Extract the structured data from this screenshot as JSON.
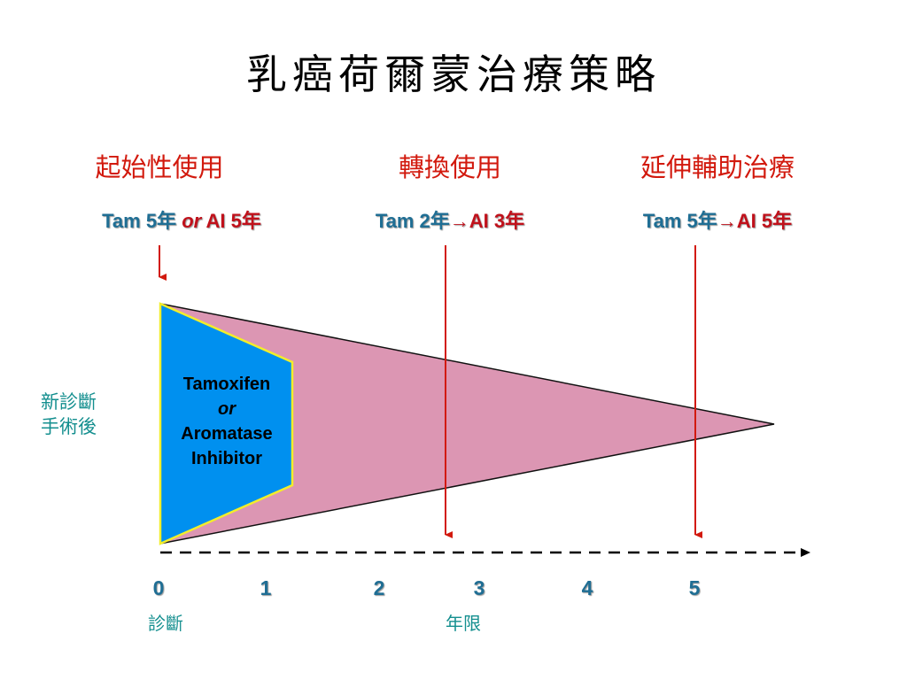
{
  "title": "乳癌荷爾蒙治療策略",
  "strategies": [
    {
      "name": "起始性使用",
      "tam": "Tam 5年 ",
      "or": "or",
      "ai": " AI 5年"
    },
    {
      "name": "轉換使用",
      "tam": "Tam 2年",
      "ai": "→AI 3年"
    },
    {
      "name": "延伸輔助治療",
      "tam": "Tam 5年",
      "ai": "→AI 5年"
    }
  ],
  "side_label": {
    "line1": "新診斷",
    "line2": "手術後"
  },
  "drug_box": {
    "line1": "Tamoxifen",
    "line2": "or",
    "line3": "Aromatase",
    "line4": "Inhibitor"
  },
  "axis": {
    "ticks": [
      "0",
      "1",
      "2",
      "3",
      "4",
      "5"
    ],
    "start_label": "診斷",
    "end_label": "年限"
  },
  "colors": {
    "cone": "#dc96b3",
    "drug_box": "#0090ef",
    "box_border": "#f2ee2a",
    "arrow": "#d2190d"
  }
}
